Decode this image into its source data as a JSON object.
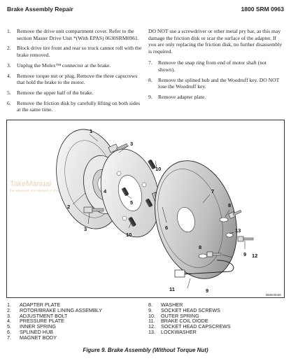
{
  "header": {
    "left": "Brake Assembly Repair",
    "right": "1800 SRM 0963"
  },
  "steps_left": [
    {
      "num": "1.",
      "text": "Remove the drive unit compartment cover. Refer to the section Master Drive Unit *(With EPAS) 0630SRM0961."
    },
    {
      "num": "2.",
      "text": "Block drive tire front and rear so truck cannot roll with the brake removed."
    },
    {
      "num": "3.",
      "text": "Unplug the Molex™ connector at the brake."
    },
    {
      "num": "4.",
      "text": "Remove torque nut or plug. Remove the three capscrews that hold the brake to the motor."
    },
    {
      "num": "5.",
      "text": "Remove the upper half of the brake."
    },
    {
      "num": "6.",
      "text": "Remove the friction disk by carefully lifting on both sides at the same time."
    }
  ],
  "step6_continued": "DO NOT use a screwdriver or other metal pry bar, as this may damage the friction disk or scar the surface of the adapter. If you are only replacing the friction disk, no further disassembly is required.",
  "steps_right": [
    {
      "num": "7.",
      "text": "Remove the snap ring from end of motor shaft (not shown)."
    },
    {
      "num": "8.",
      "text": "Remove the splined hub and the Woodruff key. DO NOT lose the Woodruff key."
    },
    {
      "num": "9.",
      "text": "Remove adapter plate."
    }
  ],
  "figure": {
    "callouts": [
      "1",
      "2",
      "3",
      "4",
      "5",
      "6",
      "7",
      "8",
      "8",
      "9",
      "9",
      "10",
      "10",
      "11",
      "12",
      "13"
    ],
    "figure_id": "BM040036",
    "watermark": "TakeManual",
    "watermark_sub": "the watermark only appears on this sample"
  },
  "legend_left": [
    {
      "num": "1.",
      "text": "ADAPTER PLATE"
    },
    {
      "num": "2.",
      "text": "ROTOR/BRAKE LINING ASSEMBLY"
    },
    {
      "num": "3.",
      "text": "ADJUSTMENT BOLT"
    },
    {
      "num": "4.",
      "text": "PRESSURE PLATE"
    },
    {
      "num": "5.",
      "text": "INNER SPRING"
    },
    {
      "num": "6.",
      "text": "SPLINED HUB"
    },
    {
      "num": "7.",
      "text": "MAGNET BODY"
    }
  ],
  "legend_right": [
    {
      "num": "8.",
      "text": "WASHER"
    },
    {
      "num": "9.",
      "text": "SOCKET HEAD SCREWS"
    },
    {
      "num": "10.",
      "text": "OUTER SPRING"
    },
    {
      "num": "11.",
      "text": "BRAKE COIL DIODE"
    },
    {
      "num": "12.",
      "text": "SOCKET HEAD CAPSCREWS"
    },
    {
      "num": "13.",
      "text": "LOCKWASHER"
    }
  ],
  "caption": "Figure 9. Brake Assembly (Without Torque Nut)"
}
